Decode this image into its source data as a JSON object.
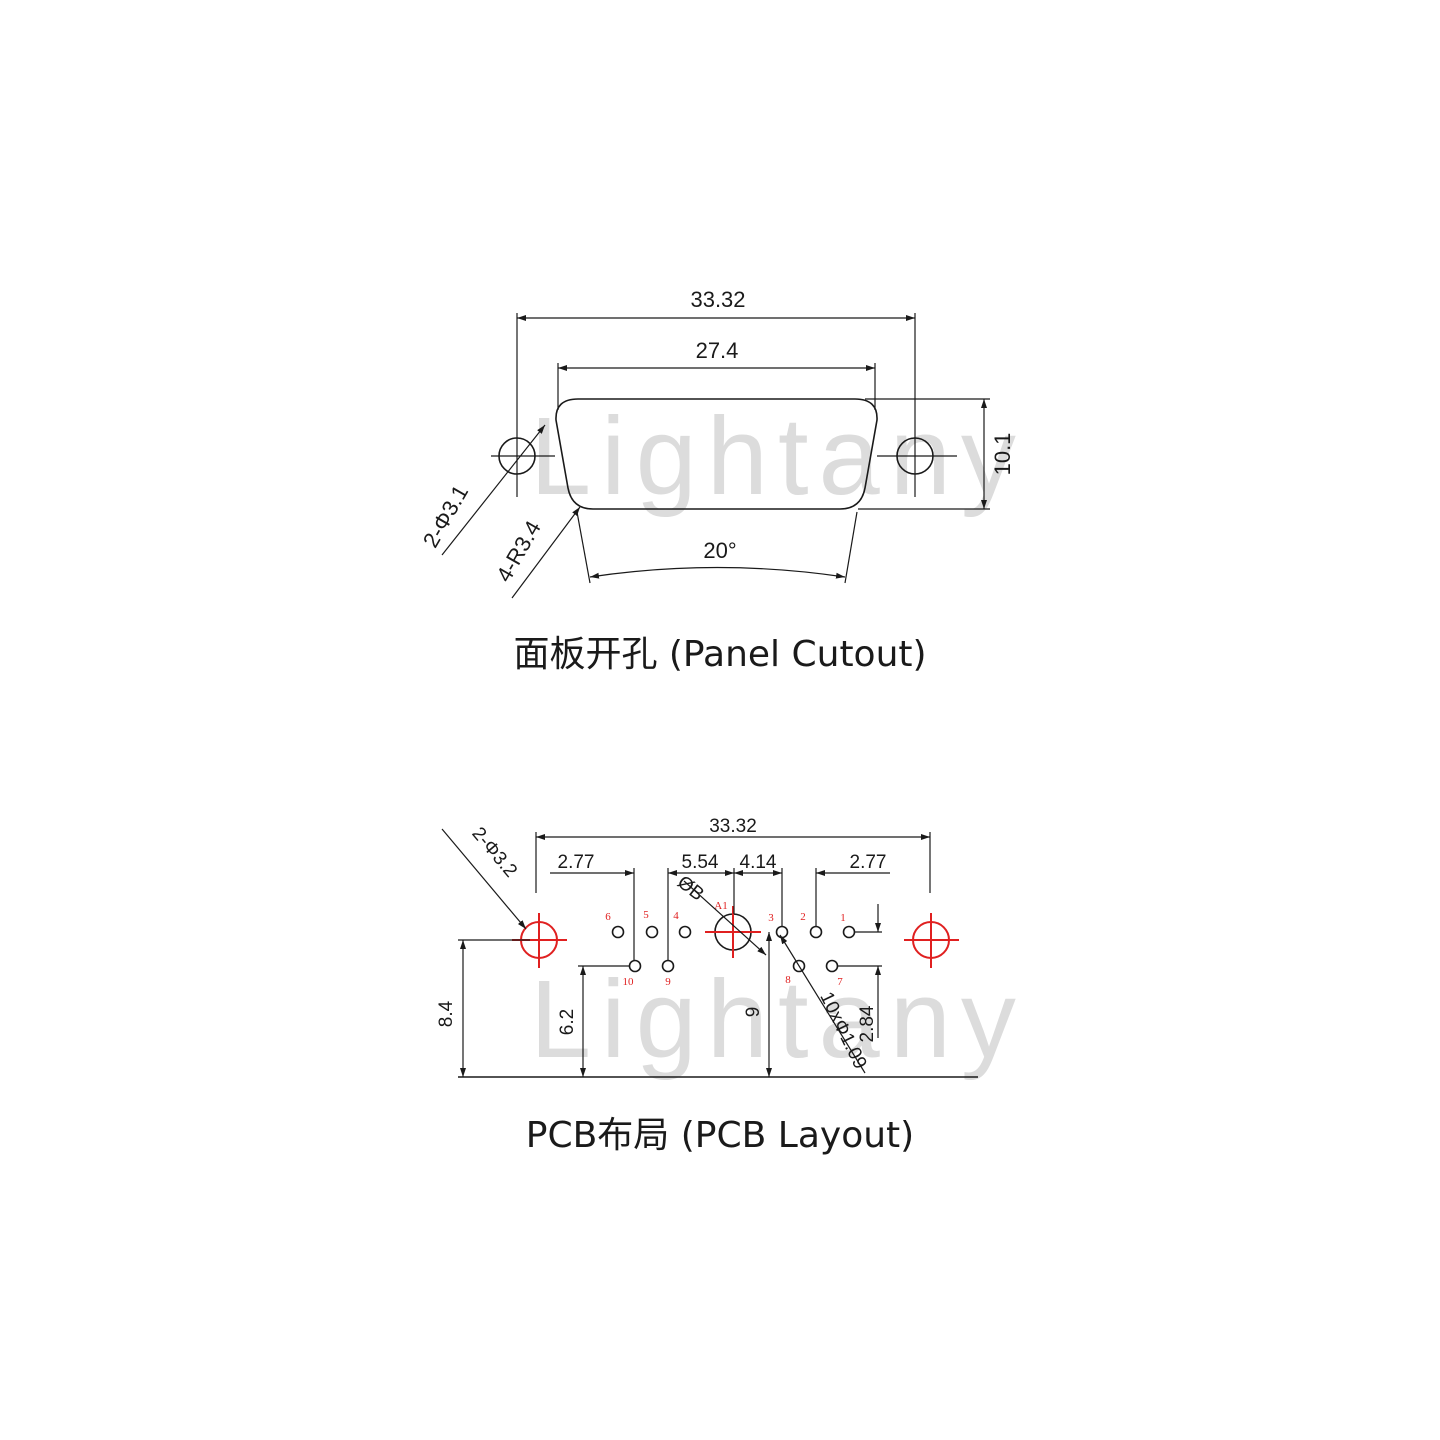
{
  "panel": {
    "dim_width_outer": "33.32",
    "dim_width_inner": "27.4",
    "dim_height": "10.1",
    "dim_holes": "2-Φ3.1",
    "dim_radius": "4-R3.4",
    "dim_angle": "20°",
    "caption": "面板开孔 (Panel Cutout)"
  },
  "pcb": {
    "dim_width": "33.32",
    "dim_left_offset": "2.77",
    "dim_pitch_left": "5.54",
    "dim_pitch_right": "4.14",
    "dim_right_offset": "2.77",
    "dim_holes": "2-Φ3.2",
    "dim_coax_hole": "ØB",
    "dim_height_mount": "8.4",
    "dim_height_row2": "6.2",
    "dim_height_coax": "9",
    "dim_row_spacing": "2.84",
    "dim_pin_holes": "10xΦ1.09",
    "pins": {
      "p1": "1",
      "p2": "2",
      "p3": "3",
      "p4": "4",
      "p5": "5",
      "p6": "6",
      "p7": "7",
      "p8": "8",
      "p9": "9",
      "p10": "10",
      "a1": "A1"
    },
    "caption": "PCB布局 (PCB Layout)"
  },
  "watermark": "Lightany",
  "colors": {
    "line": "#1a1a1a",
    "accent": "#e02020",
    "watermark": "#dcdcdc"
  }
}
